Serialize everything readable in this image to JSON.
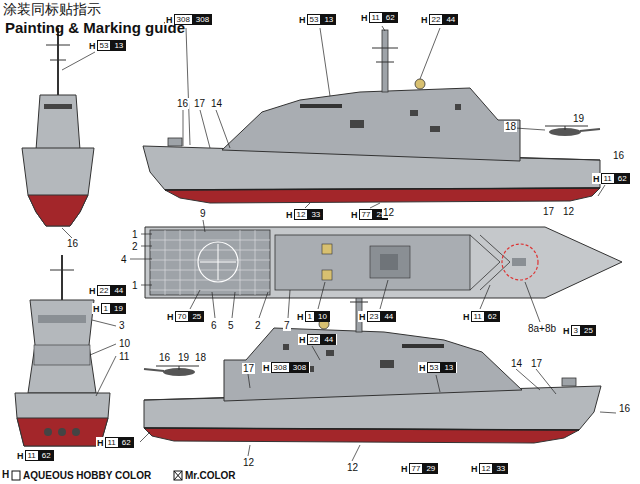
{
  "diagram": {
    "title": "涂装同标贴指示",
    "labels": [
      "Painting & Marking guide",
      "H",
      "53",
      "13",
      "H",
      "308",
      "308",
      "H",
      "53",
      "13",
      "H",
      "11",
      "62",
      "H",
      "22",
      "44",
      "H",
      "12",
      "33",
      "H",
      "77",
      "29",
      "H",
      "11",
      "62",
      "H",
      "70",
      "25",
      "H",
      "1",
      "10",
      "H",
      "23",
      "44",
      "H",
      "11",
      "62",
      "H",
      "3",
      "25",
      "H",
      "22",
      "44",
      "H",
      "1",
      "19",
      "H",
      "11",
      "62",
      "H",
      "22",
      "44",
      "H",
      "308",
      "308",
      "H",
      "53",
      "13",
      "H",
      "11",
      "62",
      "H",
      "77",
      "29",
      "H",
      "12",
      "33",
      "16",
      "17",
      "14",
      "18",
      "19",
      "16",
      "17",
      "12",
      "12",
      "9",
      "1",
      "2",
      "4",
      "1",
      "6",
      "5",
      "2",
      "7",
      "8a+8b",
      "16",
      "3",
      "10",
      "11",
      "16",
      "19",
      "18",
      "17",
      "14",
      "17",
      "16",
      "12",
      "12",
      "H"
    ],
    "legend": [
      {
        "text": "AQUEOUS HOBBY COLOR"
      },
      {
        "text": "Mr.COLOR"
      }
    ]
  }
}
